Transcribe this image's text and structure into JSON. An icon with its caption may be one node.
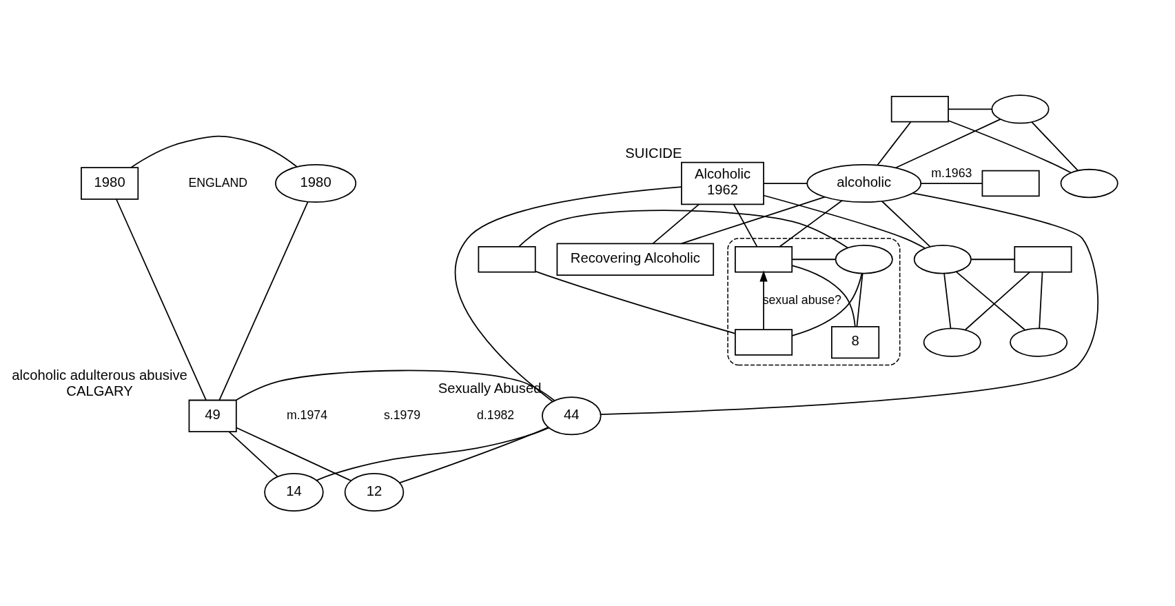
{
  "diagram": {
    "nodes": [
      {
        "text": [
          "1980"
        ]
      },
      {
        "text": [
          "1980"
        ]
      },
      {
        "text": [],
        "shape": "box"
      },
      {
        "text": [],
        "shape": "circle"
      },
      {
        "text": [
          "alcoholic"
        ]
      },
      {
        "text": [],
        "shape": "circle"
      },
      {
        "text": [
          "Alcoholic",
          "1962"
        ],
        "beside": [
          "SUICIDE"
        ]
      },
      {
        "text": [],
        "shape": "box"
      },
      {
        "text": [
          "Recovering Alcoholic"
        ]
      },
      {
        "text": [],
        "shape": "circle"
      },
      {
        "text": [],
        "shape": "box"
      },
      {
        "text": [],
        "shape": "circle"
      },
      {
        "text": [],
        "shape": "circle"
      },
      {
        "text": [],
        "shape": "cloud"
      },
      {
        "text": [],
        "shape": "box",
        "in": 13
      },
      {
        "text": [],
        "shape": "circle",
        "in": 13
      },
      {
        "text": [
          "8"
        ],
        "in": 13
      },
      {
        "text": [],
        "shape": "box",
        "in": 13
      },
      {
        "text": [],
        "shape": "box"
      },
      {
        "text": [
          "49"
        ],
        "beside": [
          "alcoholic adulterous abusive",
          "CALGARY"
        ]
      },
      {
        "text": [
          "44"
        ],
        "beside": [
          "Sexually Abused"
        ]
      },
      {
        "text": [
          "14"
        ]
      },
      {
        "text": [
          "12"
        ]
      }
    ],
    "edges": [
      {
        "from": 0,
        "to": 1,
        "arrow": "none"
      },
      {
        "from": 0,
        "to": 19,
        "arrow": "none"
      },
      {
        "from": 1,
        "to": 19,
        "arrow": "none"
      },
      {
        "from": 2,
        "to": 3,
        "arrow": "none"
      },
      {
        "from": 2,
        "to": 4,
        "arrow": "none"
      },
      {
        "from": 3,
        "to": 4,
        "arrow": "none"
      },
      {
        "from": 2,
        "to": 5,
        "arrow": "none"
      },
      {
        "from": 3,
        "to": 5,
        "arrow": "none"
      },
      {
        "from": 6,
        "to": 4,
        "arrow": "none"
      },
      {
        "from": 4,
        "to": 7,
        "arrow": "none",
        "label": "m.1963"
      },
      {
        "from": 6,
        "to": 8,
        "arrow": "none"
      },
      {
        "from": 4,
        "to": 8,
        "arrow": "none"
      },
      {
        "from": 6,
        "to": 20,
        "arrow": "none"
      },
      {
        "from": 4,
        "to": 20,
        "arrow": "none"
      },
      {
        "from": 6,
        "to": 9,
        "arrow": "none"
      },
      {
        "from": 4,
        "to": 9,
        "arrow": "none"
      },
      {
        "from": 6,
        "to": 14,
        "arrow": "none"
      },
      {
        "from": 4,
        "to": 14,
        "arrow": "none"
      },
      {
        "from": 9,
        "to": 10,
        "arrow": "none"
      },
      {
        "from": 9,
        "to": 11,
        "arrow": "none"
      },
      {
        "from": 10,
        "to": 11,
        "arrow": "none"
      },
      {
        "from": 9,
        "to": 12,
        "arrow": "none"
      },
      {
        "from": 10,
        "to": 12,
        "arrow": "none"
      },
      {
        "from": 14,
        "to": 15,
        "arrow": "none"
      },
      {
        "from": 14,
        "to": 16,
        "arrow": "none"
      },
      {
        "from": 15,
        "to": 16,
        "arrow": "none"
      },
      {
        "from": 15,
        "to": 18,
        "arrow": "none"
      },
      {
        "from": 15,
        "to": 17,
        "arrow": "none"
      },
      {
        "from": 18,
        "to": 17,
        "arrow": "none"
      },
      {
        "from": 17,
        "to": 14,
        "arrow": "to",
        "label": "sexual abuse?"
      },
      {
        "from": 19,
        "to": 20,
        "arrow": "none"
      },
      {
        "from": 19,
        "to": 21,
        "arrow": "none"
      },
      {
        "from": 20,
        "to": 21,
        "arrow": "none"
      },
      {
        "from": 19,
        "to": 22,
        "arrow": "none"
      },
      {
        "from": 20,
        "to": 22,
        "arrow": "none"
      }
    ],
    "labels": [
      "ENGLAND",
      "m.1974",
      "s.1979",
      "d.1982"
    ]
  }
}
